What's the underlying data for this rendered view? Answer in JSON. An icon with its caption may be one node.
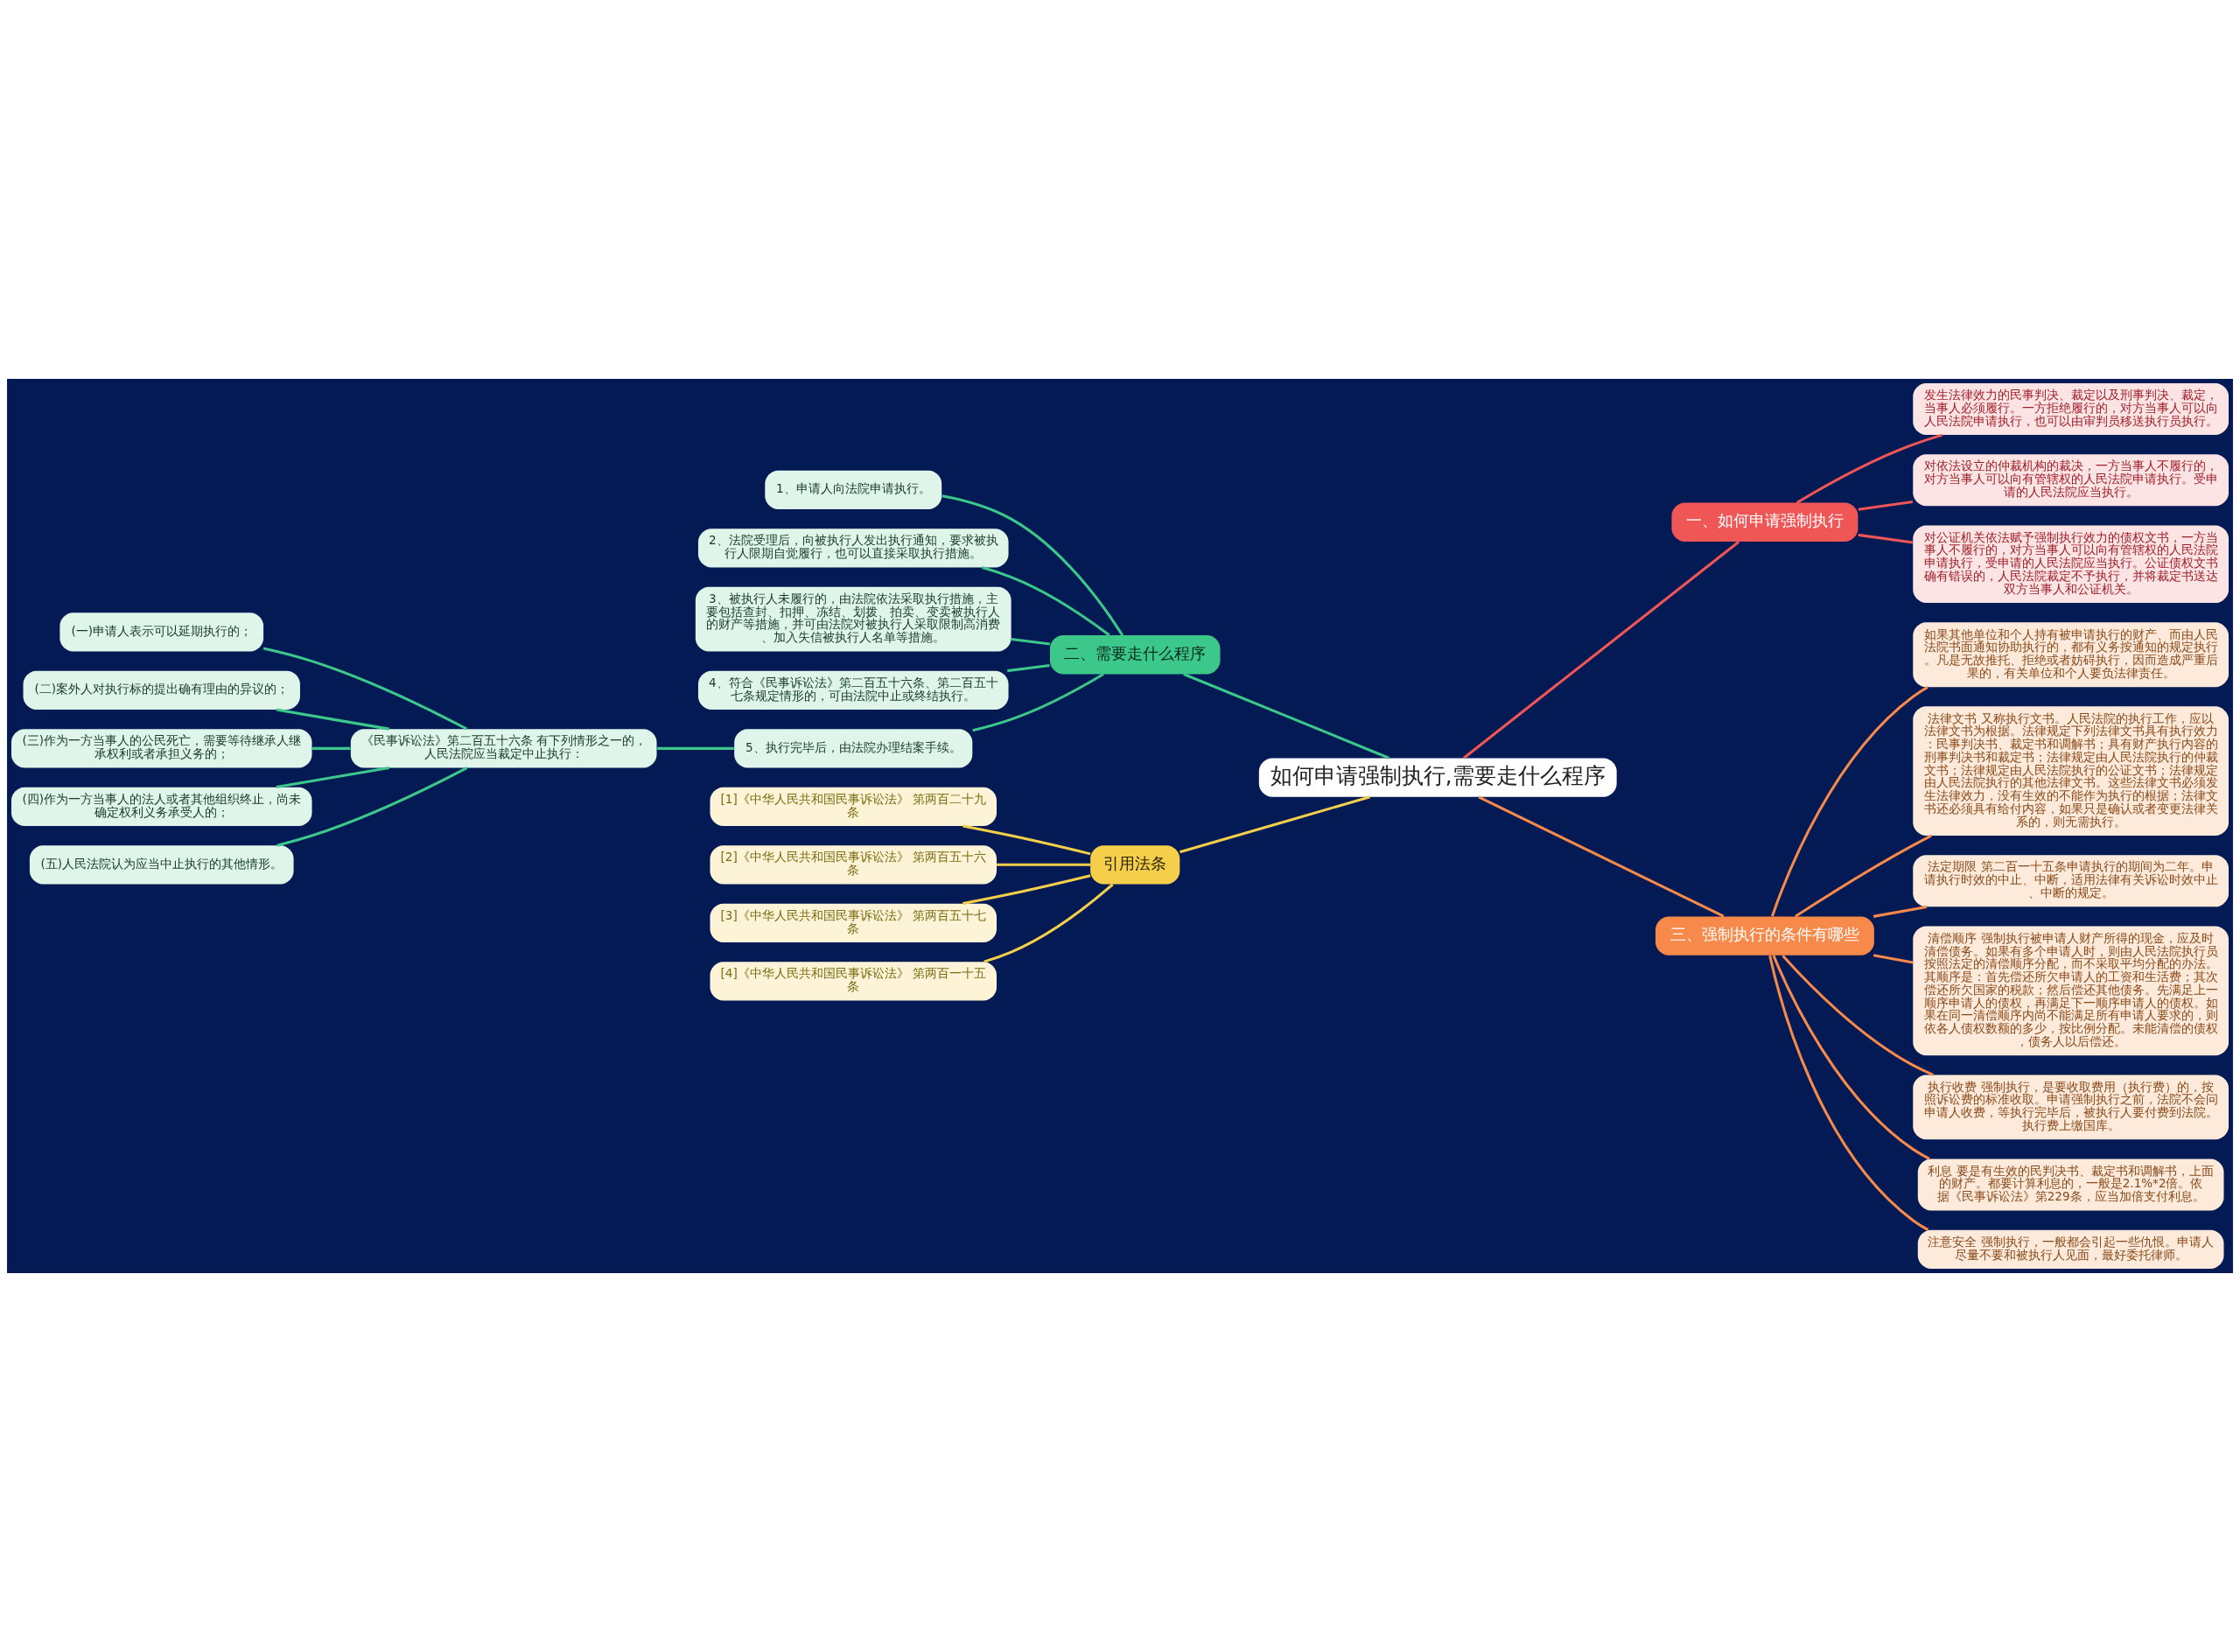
{
  "diagram": {
    "nodes": [
      {
        "text": [
          "如何申请强制执行,需要走什么程序"
        ]
      },
      {
        "text": [
          "一、如何申请强制执行"
        ]
      },
      {
        "text": [
          "发生法律效力的民事判决、裁定以及刑事判决、裁定，当事人必须履行。一方拒绝履行的，对方当事人可以向人民法院申请执行，也可以由审判员移送执行员执行。"
        ]
      },
      {
        "text": [
          "对依法设立的仲裁机构的裁决，一方当事人不履行的，对方当事人可以向有管辖权的人民法院申请执行。受申请的人民法院应当执行。"
        ]
      },
      {
        "text": [
          "对公证机关依法赋予强制执行效力的债权文书，一方当事人不履行的，对方当事人可以向有管辖权的人民法院申请执行，受申请的人民法院应当执行。公证债权文书确有错误的，人民法院裁定不予执行，并将裁定书送达双方当事人和公证机关。"
        ]
      },
      {
        "text": [
          "二、需要走什么程序"
        ]
      },
      {
        "text": [
          "1、申请人向法院申请执行。"
        ]
      },
      {
        "text": [
          "2、法院受理后，向被执行人发出执行通知，要求被执行人限期自觉履行，也可以直接采取执行措施。"
        ]
      },
      {
        "text": [
          "3、被执行人未履行的，由法院依法采取执行措施，主要包括查封、扣押、冻结、划拨、拍卖、变卖被执行人的财产等措施，并可由法院对被执行人采取限制高消费、加入失信被执行人名单等措施。"
        ]
      },
      {
        "text": [
          "4、符合《民事诉讼法》第二百五十六条、第二百五十七条规定情形的，可由法院中止或终结执行。"
        ]
      },
      {
        "text": [
          "5、执行完毕后，由法院办理结案手续。"
        ]
      },
      {
        "text": [
          "《民事诉讼法》第二百五十六条 有下列情形之一的，人民法院应当裁定中止执行："
        ]
      },
      {
        "text": [
          "(一)申请人表示可以延期执行的；"
        ]
      },
      {
        "text": [
          "(二)案外人对执行标的提出确有理由的异议的；"
        ]
      },
      {
        "text": [
          "(三)作为一方当事人的公民死亡，需要等待继承人继承权利或者承担义务的；"
        ]
      },
      {
        "text": [
          "(四)作为一方当事人的法人或者其他组织终止，尚未确定权利义务承受人的；"
        ]
      },
      {
        "text": [
          "(五)人民法院认为应当中止执行的其他情形。"
        ]
      },
      {
        "text": [
          "三、强制执行的条件有哪些"
        ]
      },
      {
        "text": [
          "如果其他单位和个人持有被申请执行的财产、而由人民法院书面通知协助执行的，都有义务按通知的规定执行。凡是无故推托、拒绝或者妨碍执行，因而造成严重后果的，有关单位和个人要负法律责任。"
        ]
      },
      {
        "text": [
          "法律文书 又称执行文书。人民法院的执行工作，应以法律文书为根据。法律规定下列法律文书具有执行效力：民事判决书、裁定书和调解书；具有财产执行内容的刑事判决书和裁定书；法律规定由人民法院执行的仲裁文书；法律规定由人民法院执行的公证文书；法律规定由人民法院执行的其他法律文书。这些法律文书必须发生法律效力，没有生效的不能作为执行的根据；法律文书还必须具有给付内容，如果只是确认或者变更法律关系的，则无需执行。"
        ]
      },
      {
        "text": [
          "法定期限 第二百一十五条申请执行的期间为二年。申请执行时效的中止、中断，适用法律有关诉讼时效中止、中断的规定。"
        ]
      },
      {
        "text": [
          "清偿顺序 强制执行被申请人财产所得的现金，应及时清偿债务。如果有多个申请人时，则由人民法院执行员按照法定的清偿顺序分配，而不采取平均分配的办法。其顺序是：首先偿还所欠申请人的工资和生活费；其次偿还所欠国家的税款；然后偿还其他债务。先满足上一顺序申请人的债权，再满足下一顺序申请人的债权。如果在同一清偿顺序内尚不能满足所有申请人要求的，则依各人债权数额的多少，按比例分配。未能清偿的债权，债务人以后偿还。"
        ]
      },
      {
        "text": [
          "执行收费 强制执行，是要收取费用（执行费）的，按照诉讼费的标准收取。申请强制执行之前，法院不会问申请人收费，等执行完毕后，被执行人要付费到法院。执行费上缴国库。"
        ]
      },
      {
        "text": [
          "利息 要是有生效的民判决书、裁定书和调解书，上面的财产。都要计算利息的，一般是2.1%*2倍。依据《民事诉讼法》第229条，应当加倍支付利息。"
        ]
      },
      {
        "text": [
          "注意安全 强制执行，一般都会引起一些仇恨。申请人尽量不要和被执行人见面，最好委托律师。"
        ]
      },
      {
        "text": [
          "引用法条"
        ]
      },
      {
        "text": [
          "[1]《中华人民共和国民事诉讼法》 第两百二十九条"
        ]
      },
      {
        "text": [
          "[2]《中华人民共和国民事诉讼法》 第两百五十六条"
        ]
      },
      {
        "text": [
          "[3]《中华人民共和国民事诉讼法》 第两百五十七条"
        ]
      },
      {
        "text": [
          "[4]《中华人民共和国民事诉讼法》 第两百一十五条"
        ]
      }
    ],
    "edges": [
      {
        "from": 0,
        "to": 1,
        "arrow": "none",
        "color": "#f05656"
      },
      {
        "from": 1,
        "to": 2,
        "arrow": "none",
        "color": "#f05656"
      },
      {
        "from": 1,
        "to": 3,
        "arrow": "none",
        "color": "#f05656"
      },
      {
        "from": 1,
        "to": 4,
        "arrow": "none",
        "color": "#f05656"
      },
      {
        "from": 0,
        "to": 5,
        "arrow": "none"
      },
      {
        "from": 5,
        "to": 6,
        "arrow": "none"
      },
      {
        "from": 5,
        "to": 7,
        "arrow": "none"
      },
      {
        "from": 5,
        "to": 8,
        "arrow": "none"
      },
      {
        "from": 5,
        "to": 9,
        "arrow": "none"
      },
      {
        "from": 5,
        "to": 10,
        "arrow": "none"
      },
      {
        "from": 10,
        "to": 11,
        "arrow": "none"
      },
      {
        "from": 11,
        "to": 12,
        "arrow": "none"
      },
      {
        "from": 11,
        "to": 13,
        "arrow": "none"
      },
      {
        "from": 11,
        "to": 14,
        "arrow": "none"
      },
      {
        "from": 11,
        "to": 15,
        "arrow": "none"
      },
      {
        "from": 11,
        "to": 16,
        "arrow": "none"
      },
      {
        "from": 0,
        "to": 17,
        "arrow": "none",
        "color": "#f7894a"
      },
      {
        "from": 17,
        "to": 18,
        "arrow": "none",
        "color": "#f7894a"
      },
      {
        "from": 17,
        "to": 19,
        "arrow": "none",
        "color": "#f7894a"
      },
      {
        "from": 17,
        "to": 20,
        "arrow": "none",
        "color": "#f7894a"
      },
      {
        "from": 17,
        "to": 21,
        "arrow": "none",
        "color": "#f7894a"
      },
      {
        "from": 17,
        "to": 22,
        "arrow": "none",
        "color": "#f7894a"
      },
      {
        "from": 17,
        "to": 23,
        "arrow": "none",
        "color": "#f7894a"
      },
      {
        "from": 17,
        "to": 24,
        "arrow": "none",
        "color": "#f7894a"
      },
      {
        "from": 0,
        "to": 25,
        "arrow": "none",
        "color": "#f5cf4a"
      },
      {
        "from": 25,
        "to": 26,
        "arrow": "none",
        "color": "#f5cf4a"
      },
      {
        "from": 25,
        "to": 27,
        "arrow": "none",
        "color": "#f5cf4a"
      },
      {
        "from": 25,
        "to": 28,
        "arrow": "none",
        "color": "#f5cf4a"
      },
      {
        "from": 25,
        "to": 29,
        "arrow": "none",
        "color": "#f5cf4a"
      }
    ]
  }
}
